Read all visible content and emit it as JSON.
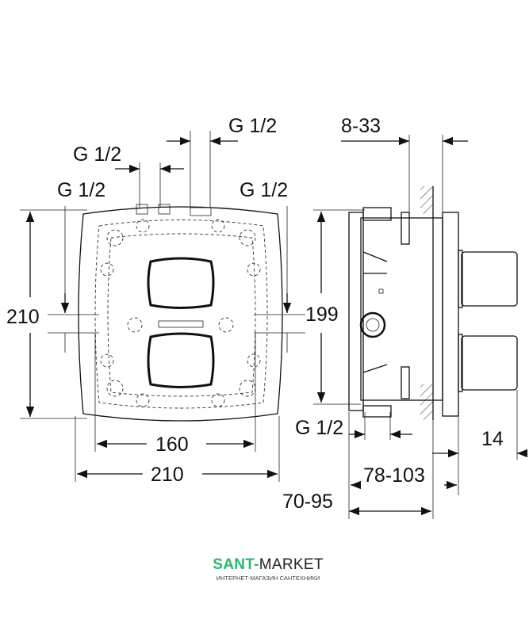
{
  "front_view": {
    "pipe_labels": [
      "G 1/2",
      "G 1/2",
      "G 1/2",
      "G 1/2"
    ],
    "height_label": "210",
    "inner_width_label": "160",
    "outer_width_label": "210"
  },
  "side_view": {
    "body_height_label": "199",
    "wall_depth_label": "8-33",
    "pipe_label": "G 1/2",
    "knob_depth_label": "14",
    "depth_range_label": "78-103",
    "install_depth_label": "70-95"
  },
  "watermark": {
    "brand_part1": "SANT-",
    "brand_part2": "MARKET",
    "tagline": "ИНТЕРНЕТ-МАГАЗИН САНТЕХНИКИ",
    "colors": {
      "green": "#2bb673",
      "dark": "#222222"
    }
  }
}
